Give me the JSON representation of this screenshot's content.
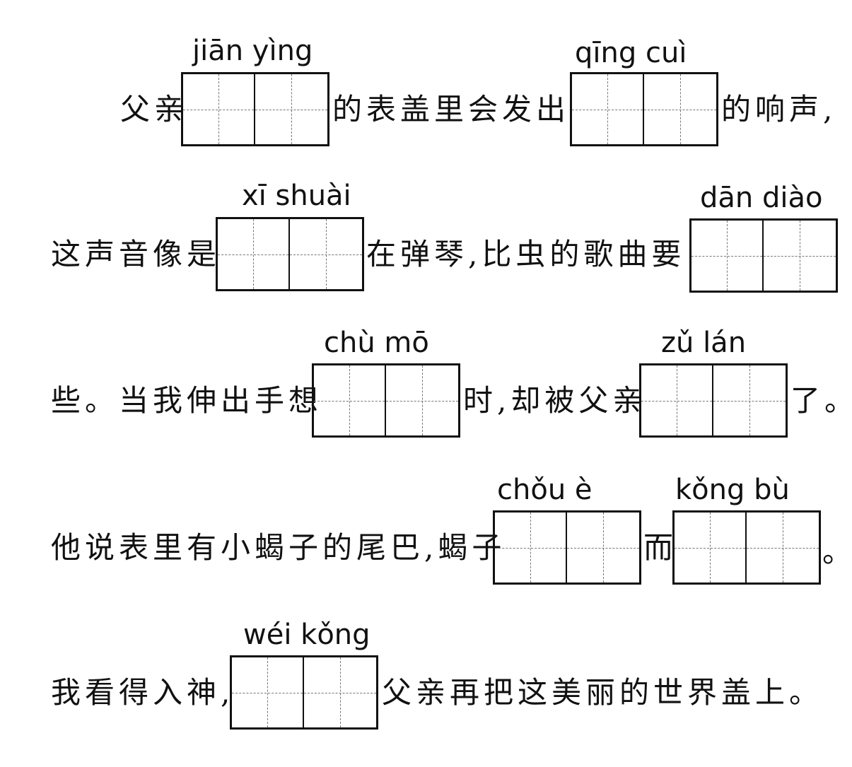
{
  "lines": [
    {
      "texts": [
        "父亲",
        "的表盖里会发出",
        "的响声,"
      ],
      "pinyin": [
        "jiān yìng",
        "qīng cuì"
      ]
    },
    {
      "texts": [
        "这声音像是",
        "在弹琴,比虫的歌曲要"
      ],
      "pinyin": [
        "xī  shuài",
        "dān diào"
      ]
    },
    {
      "texts": [
        "些。当我伸出手想",
        "时,却被父亲",
        "了。"
      ],
      "pinyin": [
        "chù  mō",
        "zǔ  lán"
      ]
    },
    {
      "texts": [
        "他说表里有小蝎子的尾巴,蝎子",
        "而",
        "。"
      ],
      "pinyin": [
        "chǒu  è",
        "kǒng  bù"
      ]
    },
    {
      "texts": [
        "我看得入神,",
        "父亲再把这美丽的世界盖上。"
      ],
      "pinyin": [
        "wéi kǒng"
      ]
    }
  ]
}
